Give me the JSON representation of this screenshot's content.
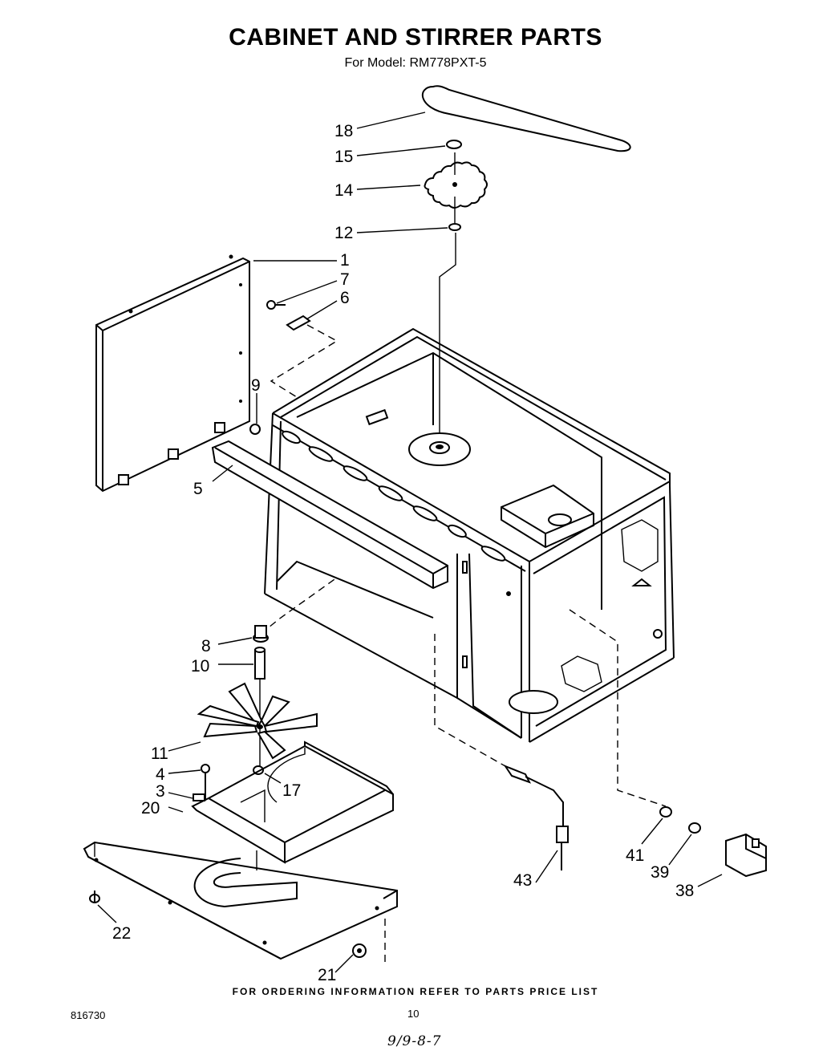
{
  "header": {
    "title": "CABINET AND STIRRER PARTS",
    "model_prefix": "For Model:",
    "model": "RM778PXT-5"
  },
  "callouts": {
    "c1": "1",
    "c3": "3",
    "c4": "4",
    "c5": "5",
    "c6": "6",
    "c7": "7",
    "c8": "8",
    "c9": "9",
    "c10": "10",
    "c11": "11",
    "c12": "12",
    "c14": "14",
    "c15": "15",
    "c17": "17",
    "c18": "18",
    "c20": "20",
    "c21": "21",
    "c22": "22",
    "c38": "38",
    "c39": "39",
    "c41": "41",
    "c43": "43"
  },
  "footer": {
    "ordering_note": "FOR ORDERING INFORMATION REFER TO PARTS PRICE LIST",
    "doc_number": "816730",
    "page_number": "10",
    "handwritten": "9/9-8-7"
  }
}
